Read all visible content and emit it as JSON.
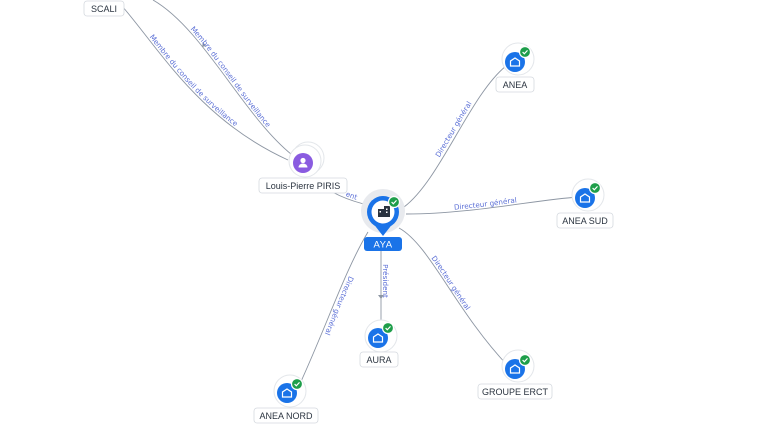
{
  "colors": {
    "company": "#1a73e8",
    "person": "#8a5be0",
    "verified": "#1e9e4a",
    "edge": "#8d96a3",
    "edge_label": "#5b6fd6"
  },
  "center": {
    "label": "AYA",
    "icon": "building-icon",
    "verified": true
  },
  "nodes": [
    {
      "id": "scali",
      "label": "SCALI",
      "kind": "company-partial"
    },
    {
      "id": "louis",
      "label": "Louis-Pierre PIRIS",
      "kind": "person",
      "icon": "person-icon"
    },
    {
      "id": "anea",
      "label": "ANEA",
      "kind": "company",
      "icon": "building-icon",
      "verified": true
    },
    {
      "id": "anea-sud",
      "label": "ANEA SUD",
      "kind": "company",
      "icon": "building-icon",
      "verified": true
    },
    {
      "id": "aura",
      "label": "AURA",
      "kind": "company",
      "icon": "building-icon",
      "verified": true
    },
    {
      "id": "groupe-erct",
      "label": "GROUPE ERCT",
      "kind": "company",
      "icon": "building-icon",
      "verified": true
    },
    {
      "id": "anea-nord",
      "label": "ANEA NORD",
      "kind": "company",
      "icon": "building-icon",
      "verified": true
    }
  ],
  "edges": [
    {
      "from": "scali",
      "to": "louis",
      "label": "Membre du conseil de surveillance"
    },
    {
      "from": "scali",
      "to": "louis",
      "label": "Membre du conseil de surveillance"
    },
    {
      "from": "louis",
      "to": "aya",
      "label": "ent"
    },
    {
      "from": "aya",
      "to": "anea",
      "label": "Directeur général"
    },
    {
      "from": "aya",
      "to": "anea-sud",
      "label": "Directeur général"
    },
    {
      "from": "aya",
      "to": "aura",
      "label": "Président"
    },
    {
      "from": "aya",
      "to": "groupe-erct",
      "label": "Directeur général"
    },
    {
      "from": "aya",
      "to": "anea-nord",
      "label": "Directeur général"
    }
  ]
}
